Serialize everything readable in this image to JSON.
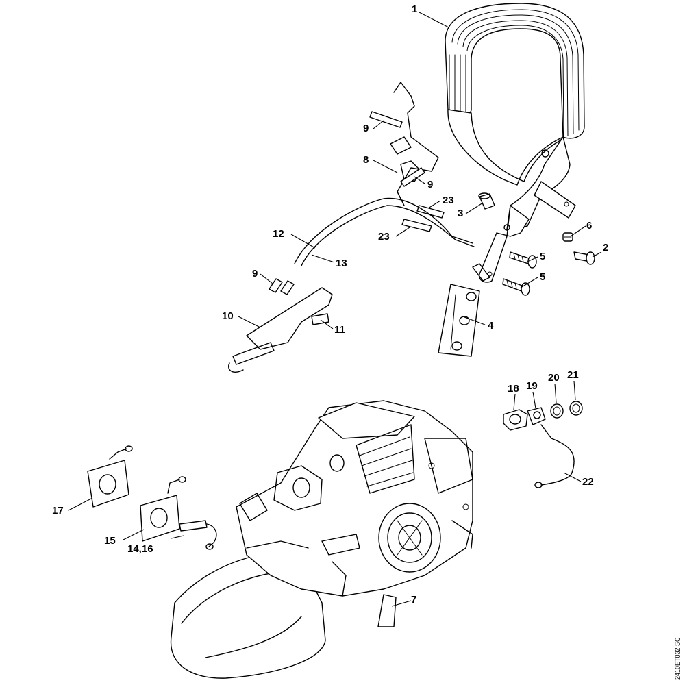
{
  "diagram": {
    "code": "2410ET032 SC",
    "callouts": [
      {
        "id": "c1",
        "text": "1"
      },
      {
        "id": "c2",
        "text": "2"
      },
      {
        "id": "c3",
        "text": "3"
      },
      {
        "id": "c4",
        "text": "4"
      },
      {
        "id": "c5a",
        "text": "5"
      },
      {
        "id": "c5b",
        "text": "5"
      },
      {
        "id": "c6",
        "text": "6"
      },
      {
        "id": "c7",
        "text": "7"
      },
      {
        "id": "c8",
        "text": "8"
      },
      {
        "id": "c9a",
        "text": "9"
      },
      {
        "id": "c9b",
        "text": "9"
      },
      {
        "id": "c9c",
        "text": "9"
      },
      {
        "id": "c10",
        "text": "10"
      },
      {
        "id": "c11",
        "text": "11"
      },
      {
        "id": "c12",
        "text": "12"
      },
      {
        "id": "c13",
        "text": "13"
      },
      {
        "id": "c14",
        "text": "14,16"
      },
      {
        "id": "c15",
        "text": "15"
      },
      {
        "id": "c17",
        "text": "17"
      },
      {
        "id": "c18",
        "text": "18"
      },
      {
        "id": "c19",
        "text": "19"
      },
      {
        "id": "c20",
        "text": "20"
      },
      {
        "id": "c21",
        "text": "21"
      },
      {
        "id": "c22",
        "text": "22"
      },
      {
        "id": "c23a",
        "text": "23"
      },
      {
        "id": "c23b",
        "text": "23"
      }
    ]
  }
}
